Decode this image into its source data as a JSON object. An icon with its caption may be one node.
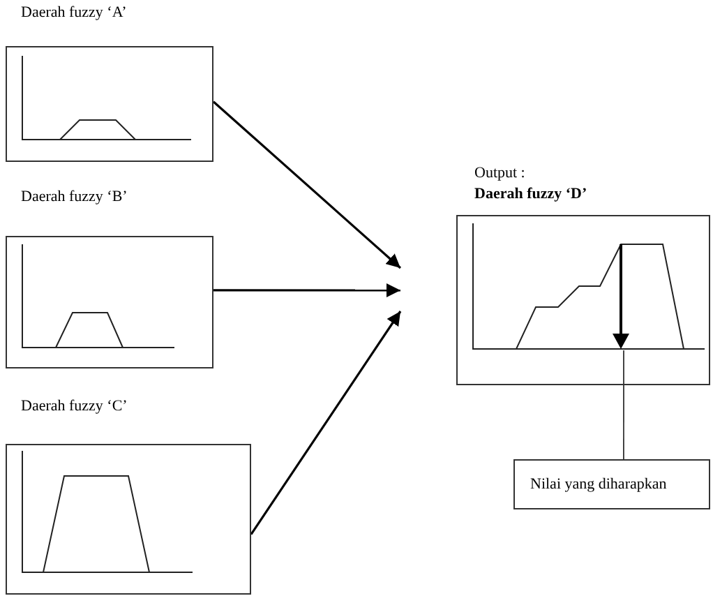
{
  "diagram": {
    "nodes": [
      {
        "text": [
          "Daerah fuzzy ‘A’"
        ]
      },
      {
        "text": [
          "Daerah fuzzy ‘B’"
        ]
      },
      {
        "text": [
          "Daerah fuzzy ‘C’"
        ]
      },
      {
        "text": [
          "Output :",
          "Daerah fuzzy ‘D’"
        ]
      },
      {
        "text": [
          "Nilai yang diharapkan"
        ]
      }
    ],
    "edges": [
      {
        "from": 0,
        "to": null,
        "arrow": "to"
      },
      {
        "from": 1,
        "to": null,
        "arrow": "to"
      },
      {
        "from": 2,
        "to": null,
        "arrow": "to"
      },
      {
        "from": 4,
        "to": 3,
        "arrow": "none"
      }
    ]
  }
}
